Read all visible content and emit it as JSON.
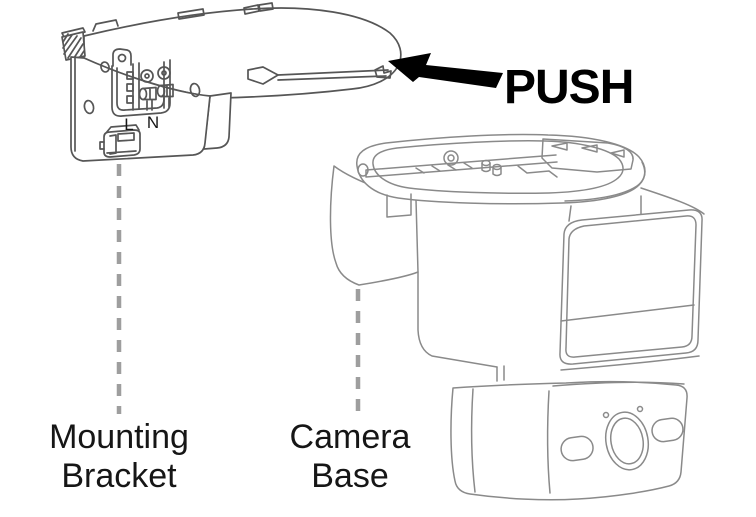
{
  "figure": {
    "type": "installation-diagram",
    "push_annotation": {
      "label": "PUSH",
      "arrow_direction": "left",
      "color": "#000000"
    },
    "bracket": {
      "terminal_left": "L",
      "terminal_right": "N"
    },
    "callouts": {
      "mounting_bracket": {
        "line1": "Mounting",
        "line2": "Bracket"
      },
      "camera_base": {
        "line1": "Camera",
        "line2": "Base"
      }
    },
    "colors": {
      "background": "#ffffff",
      "artwork_line_dark": "#565656",
      "artwork_line_light": "#8a8a8a",
      "leader_dash": "#9e9e9e",
      "label_text": "#161616",
      "arrow_black": "#000000"
    }
  }
}
